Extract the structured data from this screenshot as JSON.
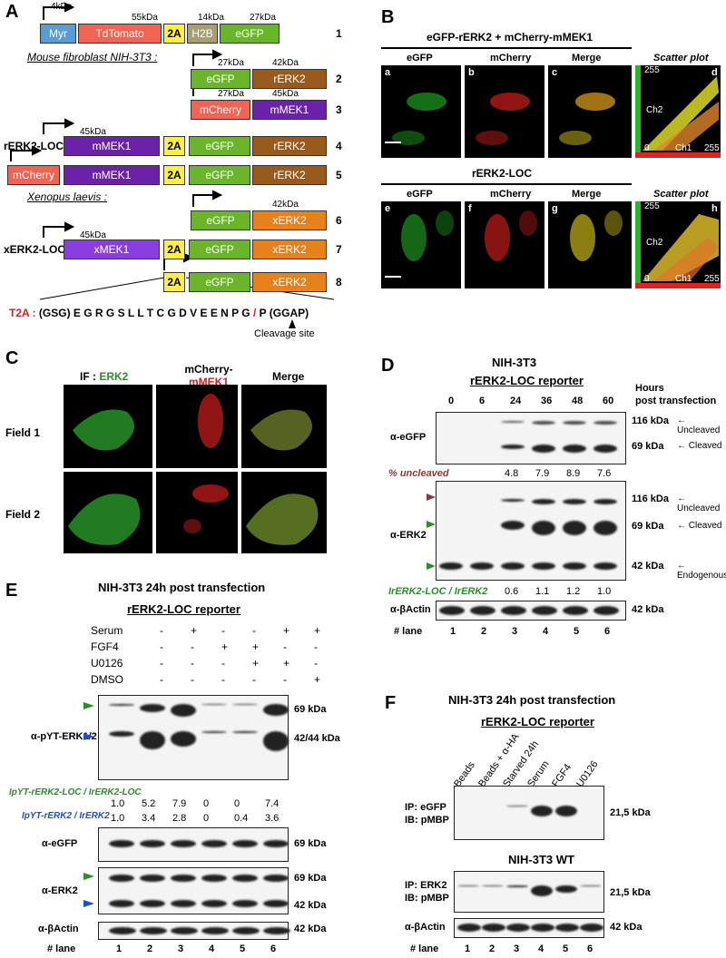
{
  "colors": {
    "myr": "#5b9bd5",
    "tdtomato": "#f06455",
    "t2a": "#ffee44",
    "h2b": "#a89e72",
    "egfp": "#6ab52a",
    "rerk2": "#9a5a1c",
    "mcherry": "#f06455",
    "mmek1": "#6b22a8",
    "xerk2": "#e8811a",
    "xmek1": "#8a3ee0",
    "green_label": "#2e8b2e",
    "blue_label": "#1e50d0",
    "red_label": "#cc2222",
    "uncleaved_label": "#8b3a3a"
  },
  "panelA": {
    "letter": "A",
    "rows": [
      {
        "num": "1"
      },
      {
        "num": "2"
      },
      {
        "num": "3"
      },
      {
        "num": "4"
      },
      {
        "num": "5"
      },
      {
        "num": "6"
      },
      {
        "num": "7"
      },
      {
        "num": "8"
      }
    ],
    "labels": {
      "myr": "Myr",
      "tdtomato": "TdTomato",
      "t2a": "2A",
      "h2b": "H2B",
      "egfp": "eGFP",
      "rerk2": "rERK2",
      "mcherry": "mCherry",
      "mmek1": "mMEK1",
      "xerk2": "xERK2",
      "xmek1": "xMEK1"
    },
    "kda": {
      "k4": "4kDa",
      "k55": "55kDa",
      "k14": "14kDa",
      "k27": "27kDa",
      "k42": "42kDa",
      "k45": "45kDa"
    },
    "section_mouse": "Mouse fibroblast NIH-3T3 :",
    "section_xenopus": "Xenopus laevis :",
    "rerk2loc": "rERK2-LOC:",
    "xerk2loc": "xERK2-LOC:",
    "t2a_label": "T2A :",
    "t2a_seq_left": "(GSG) E G R G S L L T C G D V E E N P G",
    "t2a_slash": "/",
    "t2a_seq_right": "P (GGAP)",
    "cleavage": "Cleavage site"
  },
  "panelB": {
    "letter": "B",
    "header1": "eGFP-rERK2 + mCherry-mMEK1",
    "header2": "rERK2-LOC",
    "cols": {
      "egfp": "eGFP",
      "mcherry": "mCherry",
      "merge": "Merge",
      "scatter": "Scatter plot"
    },
    "sub": {
      "a": "a",
      "b": "b",
      "c": "c",
      "d": "d",
      "e": "e",
      "f": "f",
      "g": "g",
      "h": "h"
    },
    "axis": {
      "max": "255",
      "zero": "0",
      "ch1": "Ch1",
      "ch2": "Ch2"
    }
  },
  "panelC": {
    "letter": "C",
    "col1_prefix": "IF : ",
    "col1_erk2": "ERK2",
    "col2_line1": "mCherry-",
    "col2_line2": "mMEK1",
    "col3": "Merge",
    "field1": "Field 1",
    "field2": "Field 2"
  },
  "panelD": {
    "letter": "D",
    "title": "NIH-3T3",
    "subtitle": "rERK2-LOC reporter",
    "hours_label1": "Hours",
    "hours_label2": "post transfection",
    "hours": [
      "0",
      "6",
      "24",
      "36",
      "48",
      "60"
    ],
    "egfp_label": "α-eGFP",
    "erk2_label": "α-ERK2",
    "actin_label": "α-βActin",
    "uncleaved_pct_label": "% uncleaved",
    "uncleaved_pct": [
      "4.8",
      "7.9",
      "8.9",
      "7.6"
    ],
    "ratio_label": "IrERK2-LOC / IrERK2",
    "ratio_values": [
      "0.6",
      "1.1",
      "1.2",
      "1.0"
    ],
    "k116": "116 kDa",
    "k69": "69 kDa",
    "k42": "42 kDa",
    "uncleaved": "Uncleaved",
    "cleaved": "Cleaved",
    "endogenous": "Endogenous",
    "lane_label": "# lane",
    "lanes": [
      "1",
      "2",
      "3",
      "4",
      "5",
      "6"
    ]
  },
  "panelE": {
    "letter": "E",
    "title": "NIH-3T3 24h post transfection",
    "subtitle": "rERK2-LOC reporter",
    "rows": [
      {
        "name": "Serum",
        "vals": [
          "-",
          "+",
          "-",
          "-",
          "+",
          "+"
        ]
      },
      {
        "name": "FGF4",
        "vals": [
          "-",
          "-",
          "+",
          "+",
          "-",
          "-"
        ]
      },
      {
        "name": "U0126",
        "vals": [
          "-",
          "-",
          "-",
          "+",
          "+",
          "-"
        ]
      },
      {
        "name": "DMSO",
        "vals": [
          "-",
          "-",
          "-",
          "-",
          "-",
          "+"
        ]
      }
    ],
    "pyt_label": "α-pYT-ERK1/2",
    "k69": "69 kDa",
    "k4244": "42/44 kDa",
    "k42": "42 kDa",
    "ratio1_label": "IpYT-rERK2-LOC / IrERK2-LOC",
    "ratio1": [
      "1.0",
      "5.2",
      "7.9",
      "0",
      "0",
      "7.4"
    ],
    "ratio2_label": "IpYT-rERK2 / IrERK2",
    "ratio2": [
      "1.0",
      "3.4",
      "2.8",
      "0",
      "0.4",
      "3.6"
    ],
    "egfp_label": "α-eGFP",
    "erk2_label": "α-ERK2",
    "actin_label": "α-βActin",
    "lane_label": "# lane",
    "lanes": [
      "1",
      "2",
      "3",
      "4",
      "5",
      "6"
    ]
  },
  "panelF": {
    "letter": "F",
    "title": "NIH-3T3 24h post transfection",
    "subtitle": "rERK2-LOC reporter",
    "conditions": [
      "Beads",
      "Beads + α-HA",
      "Starved 24h",
      "Serum",
      "FGF4",
      "U0126"
    ],
    "ip1_line1": "IP: eGFP",
    "ip1_line2": "IB: pMBP",
    "k215": "21,5 kDa",
    "wt_title": "NIH-3T3 WT",
    "ip2_line1": "IP: ERK2",
    "ip2_line2": "IB: pMBP",
    "actin_label": "α-βActin",
    "k42": "42 kDa",
    "lane_label": "# lane",
    "lanes": [
      "1",
      "2",
      "3",
      "4",
      "5",
      "6"
    ]
  }
}
